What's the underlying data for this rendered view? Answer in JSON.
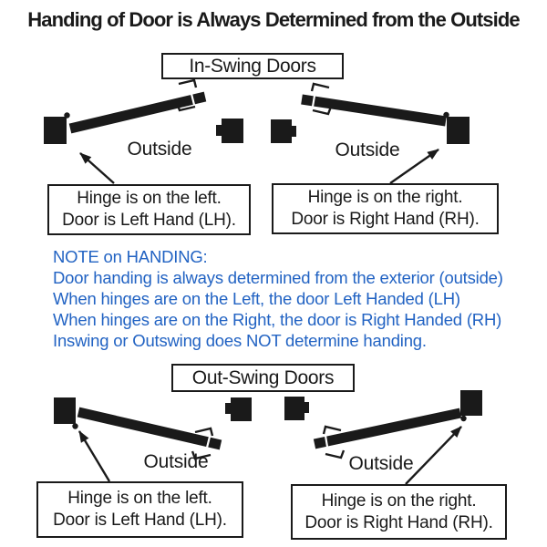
{
  "colors": {
    "ink": "#1a1a1a",
    "note_blue": "#2263c3",
    "bg": "#ffffff"
  },
  "title": "Handing of Door is Always Determined from the Outside",
  "sections": {
    "inswing_label": "In-Swing Doors",
    "outswing_label": "Out-Swing Doors"
  },
  "labels": {
    "outside": "Outside"
  },
  "callouts": {
    "left_hand": {
      "line1": "Hinge is on the left.",
      "line2": "Door is Left Hand (LH)."
    },
    "right_hand": {
      "line1": "Hinge is on the right.",
      "line2": "Door is Right Hand (RH)."
    }
  },
  "note": {
    "lines": [
      "NOTE on HANDING:",
      "Door handing is always determined from the exterior (outside)",
      "When hinges are on the Left, the door Left Handed (LH)",
      "When hinges are on the Right, the door is Right Handed (RH)",
      "Inswing or Outswing does NOT determine handing."
    ]
  }
}
